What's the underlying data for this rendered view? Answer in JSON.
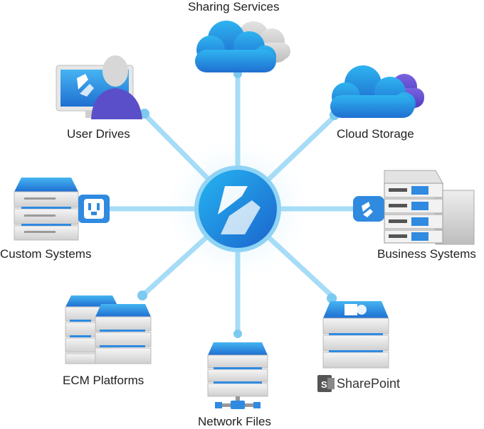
{
  "hub": {
    "icon": "hub-logo-icon"
  },
  "nodes": {
    "sharing_services": {
      "label": "Sharing Services",
      "icon": "cloud-icon"
    },
    "cloud_storage": {
      "label": "Cloud Storage",
      "icon": "cloud-icon"
    },
    "user_drives": {
      "label": "User Drives",
      "icon": "user-computer-icon"
    },
    "custom_systems": {
      "label": "Custom Systems",
      "icon": "server-icon"
    },
    "business_systems": {
      "label": "Business Systems",
      "icon": "server-rack-icon"
    },
    "ecm_platforms": {
      "label": "ECM Platforms",
      "icon": "server-icon"
    },
    "network_files": {
      "label": "Network Files",
      "icon": "network-server-icon"
    },
    "sharepoint": {
      "label": "SharePoint",
      "icon": "sharepoint-logo-icon"
    }
  },
  "colors": {
    "connector": "#9fd8f5",
    "connector_light": "#d6f0fc",
    "hub_outer": "#1aa3e8",
    "hub_inner": "#1f6fd1",
    "server_blue": "#2f8ae0",
    "server_gray": "#dcdcdc",
    "user_purple": "#5b4fc9",
    "text": "#222222"
  }
}
